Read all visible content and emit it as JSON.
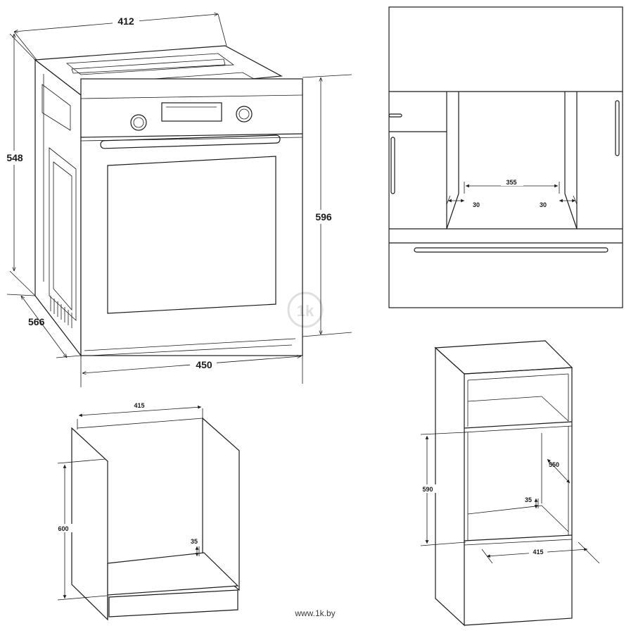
{
  "oven_view": {
    "width_top": "412",
    "height_left": "548",
    "height_right": "596",
    "depth": "566",
    "width_bottom": "450"
  },
  "cabinet_section": {
    "opening_width": "355",
    "side_left": "30",
    "side_right": "30"
  },
  "under_counter": {
    "width": "415",
    "height": "600",
    "gap": "35"
  },
  "tall_column": {
    "height": "590",
    "depth": "550",
    "gap": "35",
    "width": "415"
  },
  "watermark": "www.1k.by"
}
